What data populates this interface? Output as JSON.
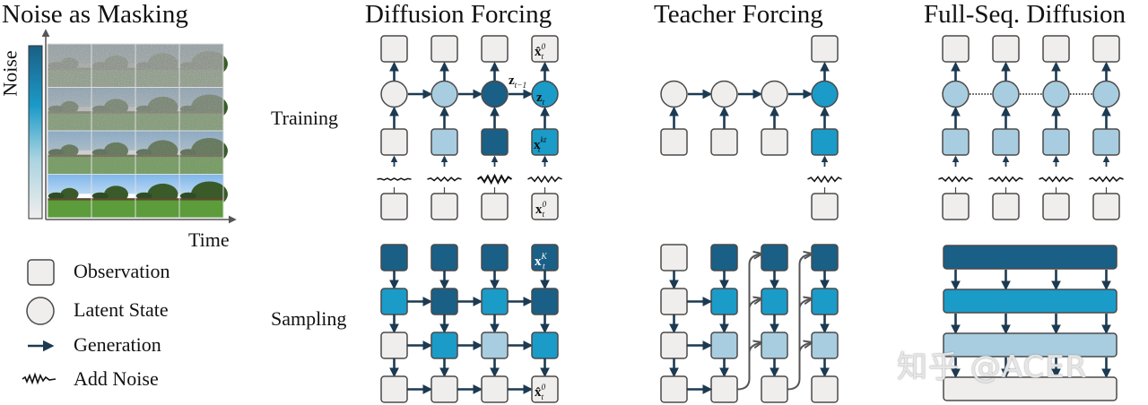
{
  "panels": {
    "noise_masking": {
      "title": "Noise as Masking",
      "y_axis_label": "Noise",
      "x_axis_label": "Time",
      "noise_bar_colors": [
        "#1a5f86",
        "#1b9bc8",
        "#a8d3e0",
        "#f0eeed"
      ],
      "frames_grid": {
        "rows": 4,
        "cols": 4,
        "row_noise_levels": [
          "high",
          "medium-high",
          "medium",
          "none"
        ]
      }
    },
    "diffusion_forcing": {
      "title": "Diffusion Forcing",
      "training_label": "Training",
      "sampling_label": "Sampling",
      "training": {
        "latent_fill": [
          "#f0eeed",
          "#a8cde0",
          "#1a5f86",
          "#1b9bc8"
        ],
        "noisy_obs_fill": [
          "#f0eeed",
          "#a8cde0",
          "#1a5f86",
          "#1b9bc8"
        ],
        "noise_amplitude": [
          1,
          2,
          4,
          3
        ],
        "output_label": "x̂",
        "output_sup": "0",
        "output_sub": "t",
        "latent_prev_label": "z",
        "latent_prev_sub": "t−1",
        "latent_label": "z",
        "latent_sub": "t",
        "noisy_label": "x",
        "noisy_sup": "kt",
        "noisy_sub": "t",
        "clean_label": "x",
        "clean_sup": "0",
        "clean_sub": "t"
      },
      "sampling": {
        "grid_fill": [
          [
            "#1a5f86",
            "#1a5f86",
            "#1a5f86",
            "#1a5f86"
          ],
          [
            "#1b9bc8",
            "#1a5f86",
            "#1b9bc8",
            "#1a5f86"
          ],
          [
            "#f0eeed",
            "#1b9bc8",
            "#a8cde0",
            "#1b9bc8"
          ],
          [
            "#f0eeed",
            "#f0eeed",
            "#f0eeed",
            "#f0eeed"
          ]
        ],
        "top_label": "x",
        "top_sup": "K",
        "top_sub": "t",
        "bottom_label": "x̂",
        "bottom_sup": "0",
        "bottom_sub": "t"
      }
    },
    "teacher_forcing": {
      "title": "Teacher Forcing",
      "training": {
        "latent_fill": [
          "#f0eeed",
          "#f0eeed",
          "#f0eeed",
          "#1b9bc8"
        ],
        "obs_fill": [
          "#f0eeed",
          "#f0eeed",
          "#f0eeed",
          "#1b9bc8"
        ]
      },
      "sampling": {
        "grid_fill": [
          [
            "#f0eeed",
            "#1a5f86",
            "#1a5f86",
            "#1a5f86"
          ],
          [
            "#f0eeed",
            "#1b9bc8",
            "#1b9bc8",
            "#1b9bc8"
          ],
          [
            "#f0eeed",
            "#a8cde0",
            "#a8cde0",
            "#a8cde0"
          ],
          [
            "#f0eeed",
            "#f0eeed",
            "#f0eeed",
            "#f0eeed"
          ]
        ]
      }
    },
    "full_seq_diffusion": {
      "title": "Full-Seq. Diffusion",
      "training": {
        "latent_fill": "#a8cde0",
        "obs_fill": "#a8cde0"
      },
      "sampling": {
        "bar_fill": [
          "#1a5f86",
          "#1b9bc8",
          "#a8cde0",
          "#f0eeed"
        ]
      }
    }
  },
  "legend": {
    "items": [
      {
        "icon": "square-icon",
        "label": "Observation"
      },
      {
        "icon": "circle-icon",
        "label": "Latent State"
      },
      {
        "icon": "arrow-icon",
        "label": "Generation"
      },
      {
        "icon": "zigzag-icon",
        "label": "Add Noise"
      }
    ]
  },
  "colors": {
    "stroke": "#4a4a4a",
    "arrow": "#1c3a52",
    "dark_blue": "#1a5f86",
    "mid_blue": "#1b9bc8",
    "light_blue": "#a8cde0",
    "empty": "#f0eeed"
  },
  "watermark": {
    "text": "知乎 @ACER"
  }
}
